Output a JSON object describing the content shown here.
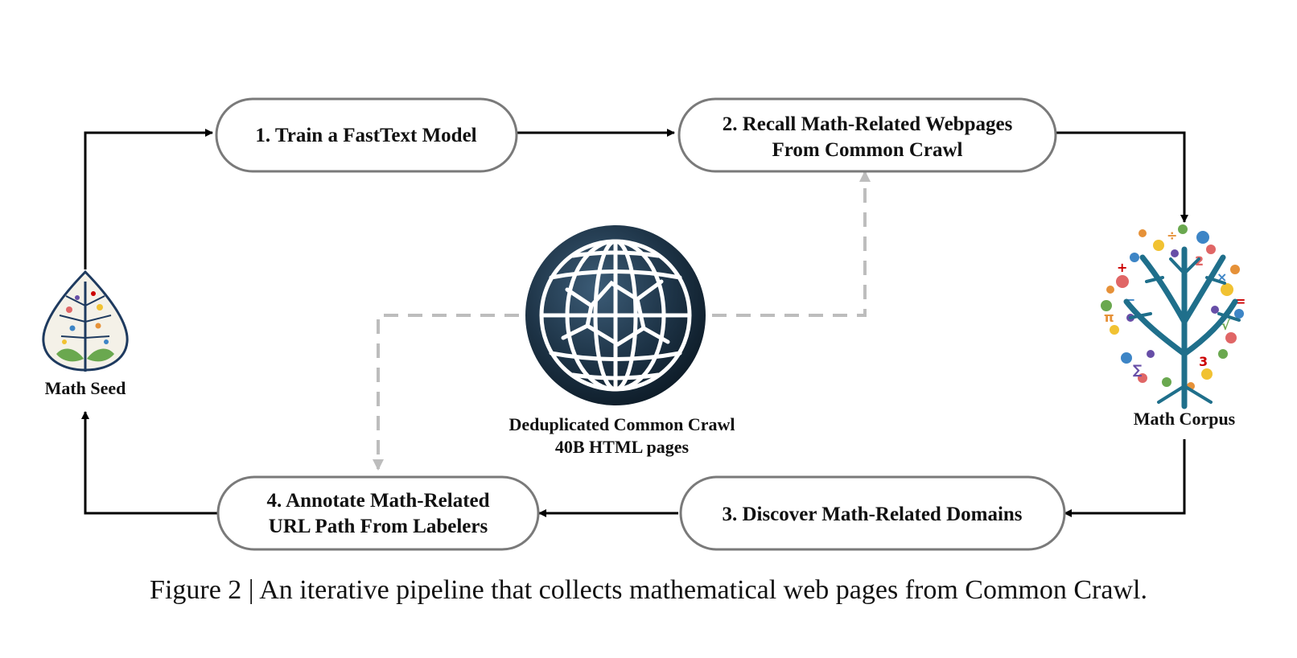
{
  "nodes": {
    "train": {
      "label": "1. Train a FastText Model"
    },
    "recall": {
      "line1": "2. Recall Math-Related Webpages",
      "line2": "From Common Crawl"
    },
    "discover": {
      "label": "3. Discover Math-Related Domains"
    },
    "annotate": {
      "line1": "4. Annotate Math-Related",
      "line2": "URL Path From Labelers"
    }
  },
  "icons": {
    "seed": {
      "name": "leaf-seed-icon",
      "label": "Math Seed"
    },
    "corpus": {
      "name": "math-tree-icon",
      "label": "Math Corpus"
    },
    "crawl": {
      "name": "globe-icon",
      "line1": "Deduplicated Common Crawl",
      "line2": "40B HTML pages"
    }
  },
  "caption": "Figure 2 | An iterative pipeline that collects mathematical web pages from Common Crawl.",
  "colors": {
    "node_border": "#7a7a7a",
    "arrow_solid": "#000000",
    "arrow_dashed": "#b8b8b8",
    "globe_dark": "#1d3346"
  }
}
